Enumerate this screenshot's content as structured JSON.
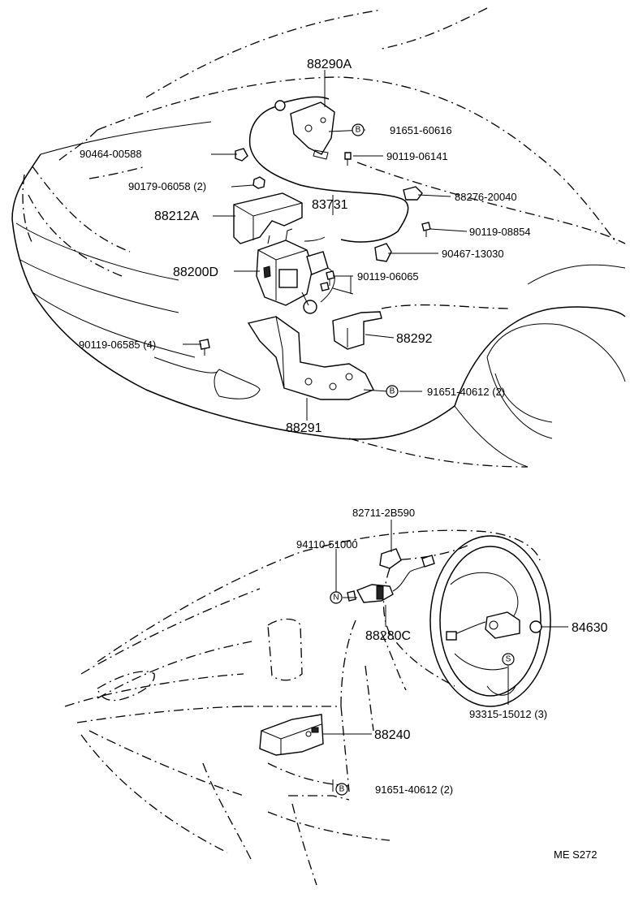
{
  "diagram": {
    "reference_code": "ME S272",
    "upper_assembly": {
      "labels": [
        {
          "id": "p88290a",
          "text": "88290A"
        },
        {
          "id": "p9165160616",
          "text": "91651-60616",
          "symbol": "B"
        },
        {
          "id": "p9046400588",
          "text": "90464-00588"
        },
        {
          "id": "p9011906141",
          "text": "90119-06141"
        },
        {
          "id": "p9017906058",
          "text": "90179-06058 (2)"
        },
        {
          "id": "p8827620040",
          "text": "88276-20040"
        },
        {
          "id": "p88212a",
          "text": "88212A"
        },
        {
          "id": "p83731",
          "text": "83731"
        },
        {
          "id": "p9011908854",
          "text": "90119-08854"
        },
        {
          "id": "p9046713030",
          "text": "90467-13030"
        },
        {
          "id": "p88200d",
          "text": "88200D"
        },
        {
          "id": "p9011906065",
          "text": "90119-06065"
        },
        {
          "id": "p9011906585",
          "text": "90119-06585 (4)"
        },
        {
          "id": "p88292",
          "text": "88292"
        },
        {
          "id": "p9165140612a",
          "text": "91651-40612 (2)",
          "symbol": "B"
        },
        {
          "id": "p88291",
          "text": "88291"
        }
      ]
    },
    "lower_assembly": {
      "labels": [
        {
          "id": "p827112b590",
          "text": "82711-2B590"
        },
        {
          "id": "p9411051000",
          "text": "94110-51000",
          "symbol": "N"
        },
        {
          "id": "p88280c",
          "text": "88280C"
        },
        {
          "id": "p84630",
          "text": "84630"
        },
        {
          "id": "p9331515012",
          "text": "93315-15012 (3)",
          "symbol": "S"
        },
        {
          "id": "p88240",
          "text": "88240"
        },
        {
          "id": "p9165140612b",
          "text": "91651-40612 (2)",
          "symbol": "B"
        }
      ]
    }
  }
}
